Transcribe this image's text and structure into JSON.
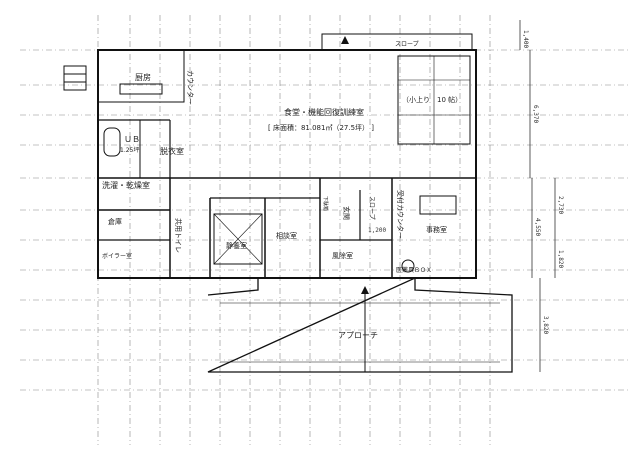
{
  "rooms": {
    "kitchen": "厨房",
    "counter": "カウンター",
    "dining_title": "食堂・機能回復訓練室",
    "dining_area": "[ 床面積：81.081㎡（27.5坪） ]",
    "tatami": "（小上り　10 帖）",
    "slope_top": "スロープ",
    "bath_unit": "ＵＢ",
    "bath_area": "1.25坪",
    "changing": "脱衣室",
    "laundry": "洗濯・乾燥室",
    "storage": "倉庫",
    "shared_toilet": "共用トイレ",
    "boiler": "ボイラー室",
    "quiet_room": "静養室",
    "consult_room": "相談室",
    "entrance": "玄関",
    "slope_mid": "スロープ",
    "reception_counter": "受付カウンター",
    "office": "事務室",
    "wind_room": "風除室",
    "medical_box": "医薬具ＢＯＸ",
    "approach": "アプローチ",
    "shoe_box": "下駄箱"
  },
  "dimensions": {
    "top": "1,400",
    "upper": "6,370",
    "mid1": "2,730",
    "mid2": "4,550",
    "mid3": "1,820",
    "bottom": "3,820",
    "slope_width": "1,200"
  }
}
